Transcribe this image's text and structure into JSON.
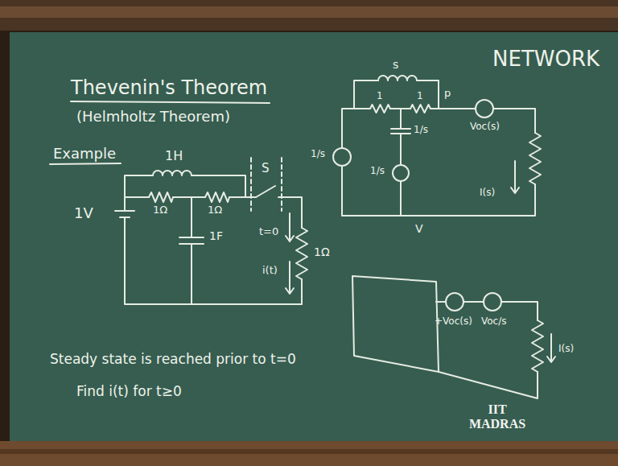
{
  "diagram": {
    "title": "Thevenin's Theorem",
    "labels": [
      "(Helmholtz Theorem)",
      "Example",
      "1H",
      "1Ω",
      "1Ω",
      "1V",
      "1F",
      "S",
      "t=0",
      "i(t)",
      "1Ω",
      "Steady state is reached prior to t=0",
      "Find i(t) for t≥0",
      "NETWORK",
      "s",
      "1",
      "1",
      "1/s",
      "1/s",
      "1/s",
      "p",
      "Voc(s)",
      "I(s)",
      "V",
      "+Voc(s)",
      "Voc/s",
      "I(s)",
      "IIT MADRAS"
    ]
  }
}
